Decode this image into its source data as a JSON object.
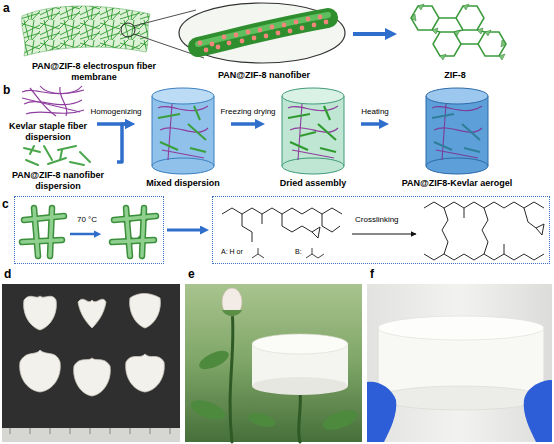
{
  "diagram": {
    "nodes": [
      {
        "text": [
          "PAN@ZIF-8 electrospun fiber membrane"
        ]
      },
      {
        "text": [
          "PAN@ZIF-8 nanofiber"
        ]
      },
      {
        "text": [
          "ZIF-8"
        ]
      },
      {
        "text": [
          "Kevlar staple fiber dispersion"
        ]
      },
      {
        "text": [
          "PAN@ZIF-8 nanofiber dispersion"
        ]
      },
      {
        "text": [
          "Mixed dispersion"
        ]
      },
      {
        "text": [
          "Dried assembly"
        ]
      },
      {
        "text": [
          "PAN@ZIF8-Kevlar aerogel"
        ]
      },
      {
        "text": [
          "70 °C"
        ]
      },
      {
        "text": [
          "Crosslinking",
          "A: H or",
          "B:"
        ]
      }
    ],
    "edges": [
      {
        "from": 1,
        "to": 2,
        "arrow": "to"
      },
      {
        "from": 3,
        "to": 5,
        "arrow": "to",
        "label": "Homogenizing"
      },
      {
        "from": 4,
        "to": 5,
        "arrow": "to"
      },
      {
        "from": 5,
        "to": 6,
        "arrow": "to",
        "label": "Freezing drying"
      },
      {
        "from": 6,
        "to": 7,
        "arrow": "to",
        "label": "Heating"
      },
      {
        "from": 8,
        "to": 9,
        "arrow": "to"
      }
    ],
    "labels": [
      "a",
      "b",
      "c",
      "d",
      "e",
      "f"
    ]
  }
}
